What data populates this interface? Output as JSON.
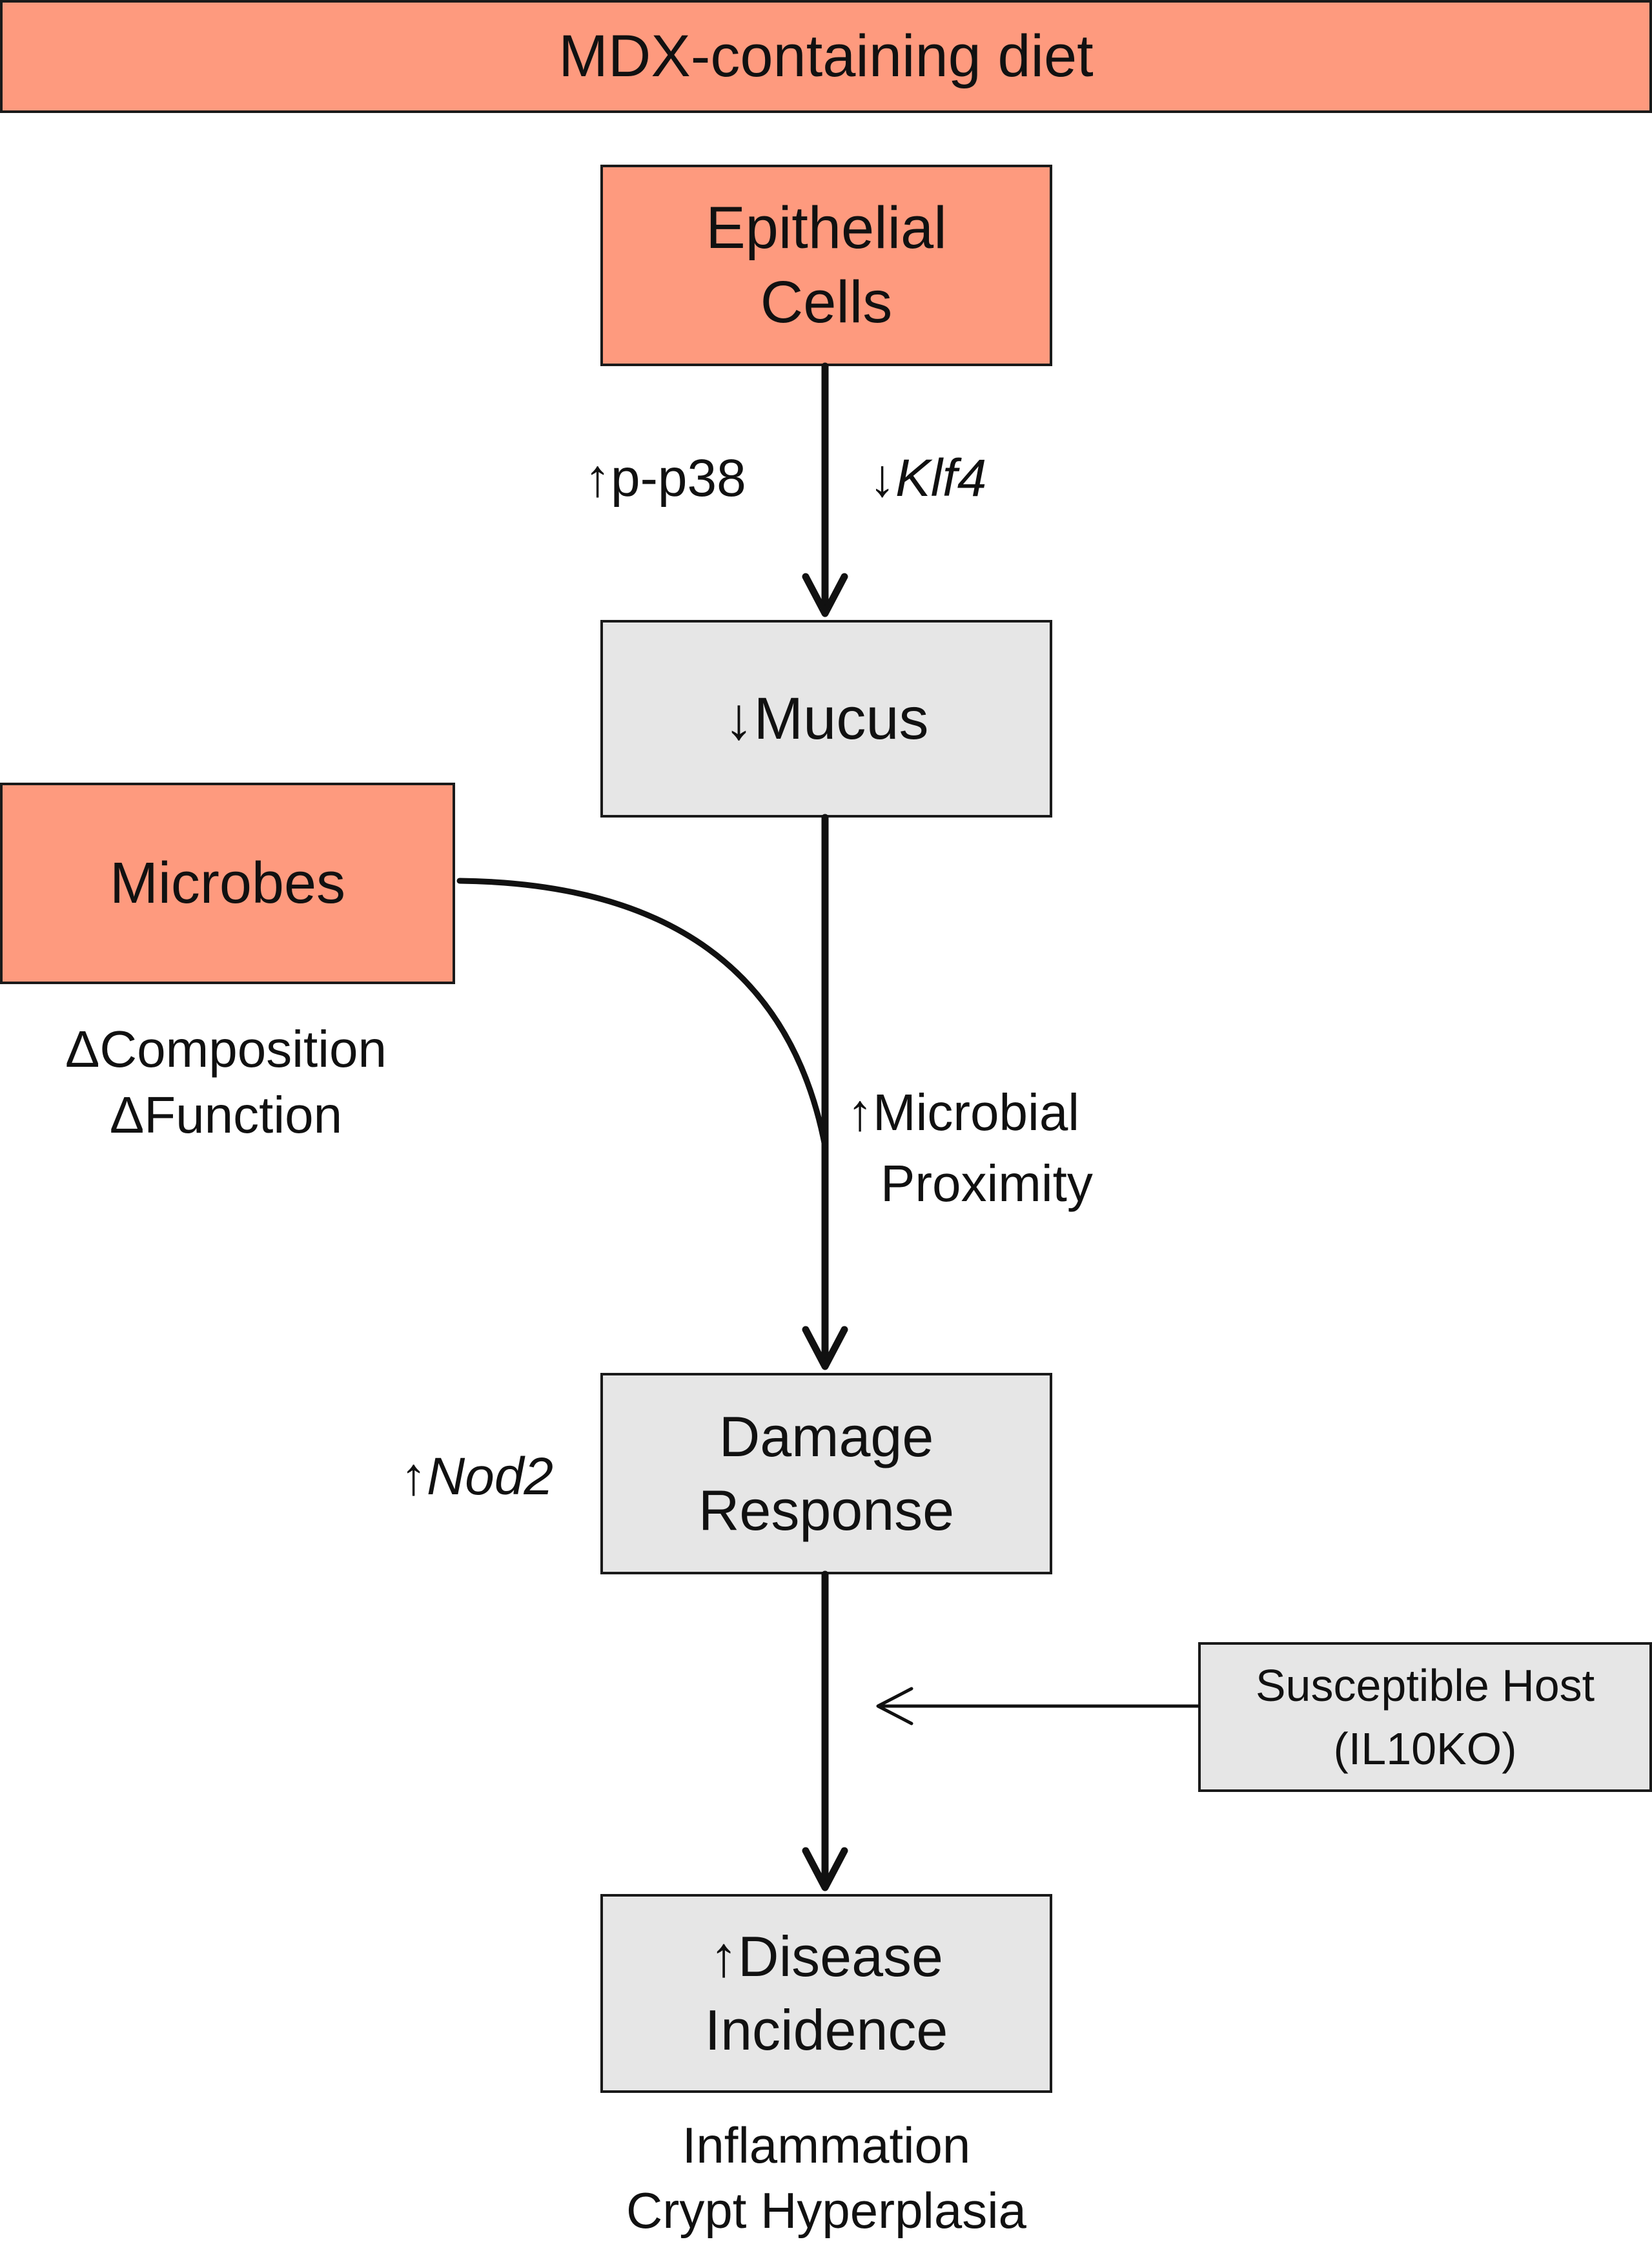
{
  "header": {
    "text": "MDX-containing diet",
    "color": "#fe9a7e"
  },
  "nodes": {
    "epithelial": {
      "line1": "Epithelial",
      "line2": "Cells",
      "color": "#fe9a7e"
    },
    "mucus": {
      "text": "↓Mucus",
      "color": "#e6e6e6"
    },
    "microbes": {
      "text": "Microbes",
      "color": "#fe9a7e"
    },
    "damage": {
      "line1": "Damage",
      "line2": "Response",
      "color": "#e6e6e6"
    },
    "host": {
      "line1": "Susceptible Host",
      "line2": "(IL10KO)",
      "color": "#e6e6e6"
    },
    "disease": {
      "line1": "↑Disease",
      "line2": "Incidence",
      "color": "#e6e6e6"
    }
  },
  "labels": {
    "p_p38": "↑p-p38",
    "klf4_arrow": "↓",
    "klf4": "Klf4",
    "composition": "ΔComposition",
    "function": "ΔFunction",
    "microbial": "↑Microbial",
    "proximity": "Proximity",
    "nod2_arrow": "↑",
    "nod2": "Nod2",
    "inflammation": "Inflammation",
    "crypt": "Crypt Hyperplasia"
  }
}
